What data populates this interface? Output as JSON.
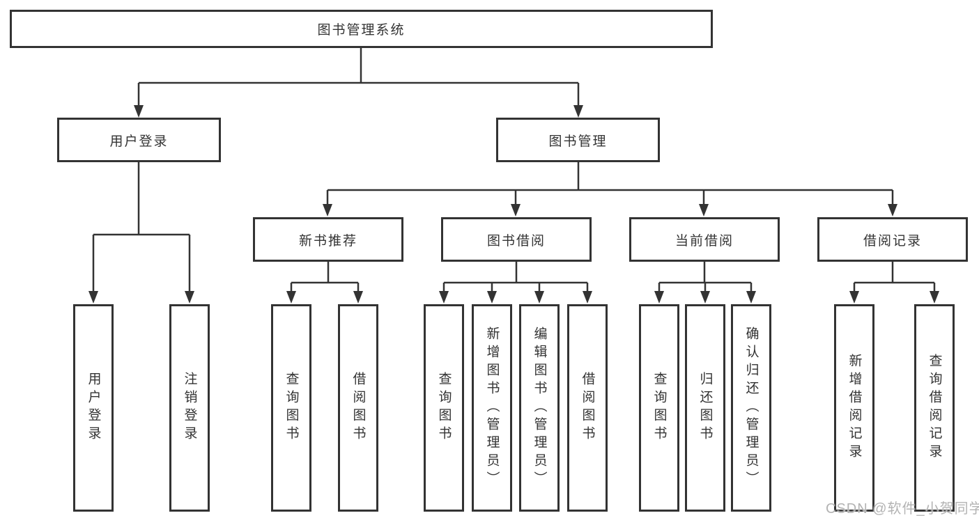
{
  "canvas": {
    "background": "#ffffff",
    "line_color": "#333333",
    "text_color": "#333333",
    "watermark_color": "#b3b3b3"
  },
  "tree": {
    "root": {
      "label": "图书管理系统"
    },
    "branches": [
      {
        "label": "用户登录",
        "children": [
          {
            "label": "用户登录"
          },
          {
            "label": "注销登录"
          }
        ]
      },
      {
        "label": "图书管理",
        "groups": [
          {
            "label": "新书推荐",
            "children": [
              {
                "label": "查询图书"
              },
              {
                "label": "借阅图书"
              }
            ]
          },
          {
            "label": "图书借阅",
            "children": [
              {
                "label": "查询图书"
              },
              {
                "label": "新增图书（管理员）"
              },
              {
                "label": "编辑图书（管理员）"
              },
              {
                "label": "借阅图书"
              }
            ]
          },
          {
            "label": "当前借阅",
            "children": [
              {
                "label": "查询图书"
              },
              {
                "label": "归还图书"
              },
              {
                "label": "确认归还（管理员）"
              }
            ]
          },
          {
            "label": "借阅记录",
            "children": [
              {
                "label": "新增借阅记录"
              },
              {
                "label": "查询借阅记录"
              }
            ]
          }
        ]
      }
    ]
  },
  "watermark": {
    "text": "CSDN @软件_小贺同学"
  }
}
